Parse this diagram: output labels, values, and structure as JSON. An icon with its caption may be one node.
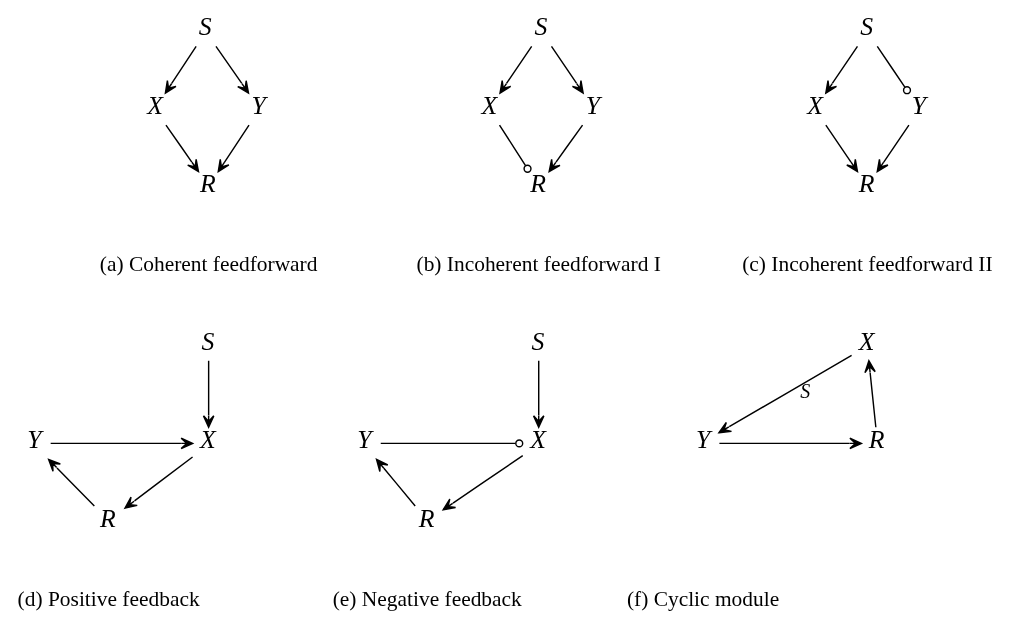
{
  "diagram": {
    "nodes": [
      {
        "text": [
          "S"
        ]
      },
      {
        "text": [
          "X"
        ]
      },
      {
        "text": [
          "Y"
        ]
      },
      {
        "text": [
          "R"
        ]
      },
      {
        "text": [
          "S"
        ]
      },
      {
        "text": [
          "X"
        ]
      },
      {
        "text": [
          "Y"
        ]
      },
      {
        "text": [
          "R"
        ]
      },
      {
        "text": [
          "S"
        ]
      },
      {
        "text": [
          "X"
        ]
      },
      {
        "text": [
          "Y"
        ]
      },
      {
        "text": [
          "R"
        ]
      },
      {
        "text": [
          "S"
        ]
      },
      {
        "text": [
          "X"
        ]
      },
      {
        "text": [
          "Y"
        ]
      },
      {
        "text": [
          "R"
        ]
      },
      {
        "text": [
          "S"
        ]
      },
      {
        "text": [
          "X"
        ]
      },
      {
        "text": [
          "Y"
        ]
      },
      {
        "text": [
          "R"
        ]
      },
      {
        "text": [
          "X"
        ]
      },
      {
        "text": [
          "Y"
        ]
      },
      {
        "text": [
          "R"
        ]
      }
    ],
    "edges": [
      {
        "from": 0,
        "to": 1,
        "arrow": "to"
      },
      {
        "from": 0,
        "to": 2,
        "arrow": "to"
      },
      {
        "from": 1,
        "to": 3,
        "arrow": "to"
      },
      {
        "from": 2,
        "to": 3,
        "arrow": "to"
      },
      {
        "from": 4,
        "to": 5,
        "arrow": "to"
      },
      {
        "from": 4,
        "to": 6,
        "arrow": "to"
      },
      {
        "from": 5,
        "to": 7,
        "arrow": "other"
      },
      {
        "from": 6,
        "to": 7,
        "arrow": "to"
      },
      {
        "from": 8,
        "to": 9,
        "arrow": "to"
      },
      {
        "from": 8,
        "to": 10,
        "arrow": "other"
      },
      {
        "from": 9,
        "to": 11,
        "arrow": "to"
      },
      {
        "from": 10,
        "to": 11,
        "arrow": "to"
      },
      {
        "from": 12,
        "to": 13,
        "arrow": "to"
      },
      {
        "from": 14,
        "to": 13,
        "arrow": "to"
      },
      {
        "from": 13,
        "to": 15,
        "arrow": "to"
      },
      {
        "from": 15,
        "to": 14,
        "arrow": "to"
      },
      {
        "from": 16,
        "to": 17,
        "arrow": "to"
      },
      {
        "from": 18,
        "to": 17,
        "arrow": "other"
      },
      {
        "from": 17,
        "to": 19,
        "arrow": "to"
      },
      {
        "from": 19,
        "to": 18,
        "arrow": "to"
      },
      {
        "from": 20,
        "to": 21,
        "arrow": "to",
        "label": "S"
      },
      {
        "from": 21,
        "to": 22,
        "arrow": "to"
      },
      {
        "from": 22,
        "to": 20,
        "arrow": "to"
      }
    ],
    "labels": [
      "(a) Coherent feedforward",
      "(b) Incoherent feedforward I",
      "(c) Incoherent feedforward II",
      "(d) Positive feedback",
      "(e) Negative feedback",
      "(f) Cyclic module"
    ]
  }
}
